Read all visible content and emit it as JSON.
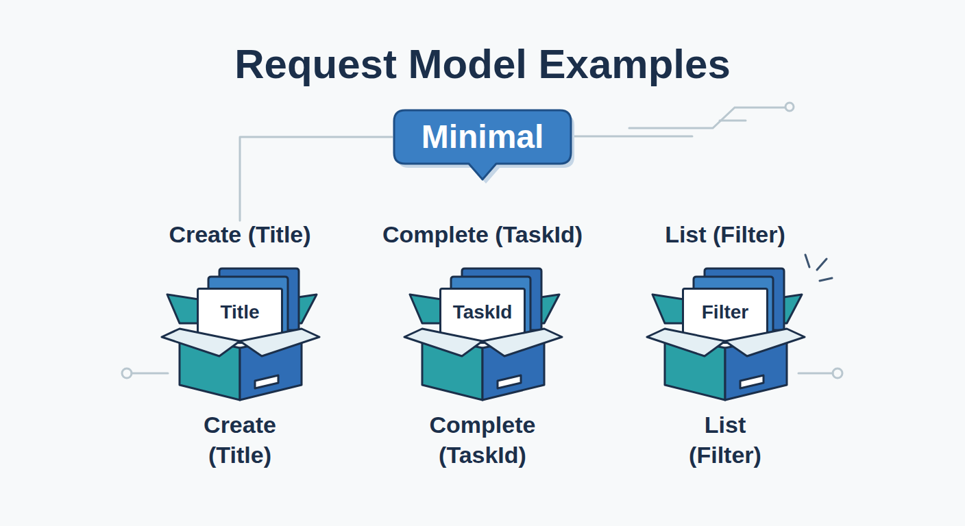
{
  "diagram": {
    "title": "Request Model Examples",
    "nodes": [
      {
        "text": [
          "Minimal"
        ]
      },
      {
        "text": [
          "Create (Title)",
          "Create (Title)"
        ]
      },
      {
        "text": [
          "Title"
        ],
        "in": 1
      },
      {
        "text": [
          "Complete (TaskId)",
          "Complete (TaskId)"
        ]
      },
      {
        "text": [
          "TaskId"
        ],
        "in": 3
      },
      {
        "text": [
          "List (Filter)",
          "List (Filter)"
        ]
      },
      {
        "text": [
          "Filter"
        ],
        "in": 5
      }
    ],
    "edges": [
      {
        "from": 0,
        "to": 1,
        "arrow": "none"
      }
    ]
  }
}
